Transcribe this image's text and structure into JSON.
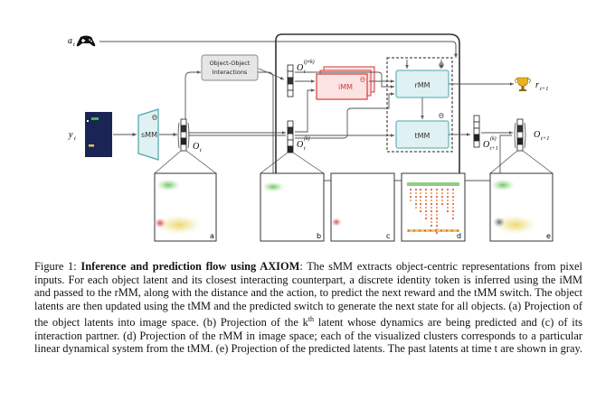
{
  "figure": {
    "inputs": {
      "action": "a",
      "action_sub": "t",
      "obs": "y",
      "obs_sub": "t"
    },
    "modules": {
      "smm": "sMM",
      "imm": "iMM",
      "rmm": "rMM",
      "tmm": "tMM",
      "theta": "Θ",
      "ooi_line1": "Object-Object",
      "ooi_line2": "Interactions"
    },
    "latents": {
      "o_t": "O",
      "o_t_sub": "t",
      "o_partner_sub": "t",
      "o_partner_sup": "(j≠k)",
      "o_k_sub": "t",
      "o_k_sup": "(k)",
      "o_kn_sub": "t+1",
      "o_kn_sup": "(k)",
      "o_next_sub": "t+1"
    },
    "reward": {
      "r": "r",
      "r_sub": "t+1"
    },
    "panels": {
      "a": "a",
      "b": "b",
      "c": "c",
      "d": "d",
      "e": "e"
    },
    "colors": {
      "smm": "#4aa6ad",
      "imm": "#d43b3b",
      "rmm": "#4aa6ad",
      "tmm": "#4aa6ad",
      "game_bg": "#1a2555"
    }
  },
  "caption": {
    "label": "Figure 1:",
    "title": "Inference and prediction flow using AXIOM",
    "p1": ": The sMM extracts object-centric representations from pixel inputs. For each object latent and its closest interacting counterpart, a discrete identity token is inferred using the iMM and passed to the rMM, along with the distance and the action, to predict the next reward and the tMM switch. The object latents are then updated using the tMM and the predicted switch to generate the next state for all objects. (a) Projection of the object latents into image space. (b) Projection of the k",
    "sup": "th",
    "p2": " latent whose dynamics are being predicted and (c) of its interaction partner. (d) Projection of the rMM in image space; each of the visualized clusters corresponds to a particular linear dynamical system from the tMM. (e) Projection of the predicted latents. The past latents at time t are shown in gray."
  }
}
